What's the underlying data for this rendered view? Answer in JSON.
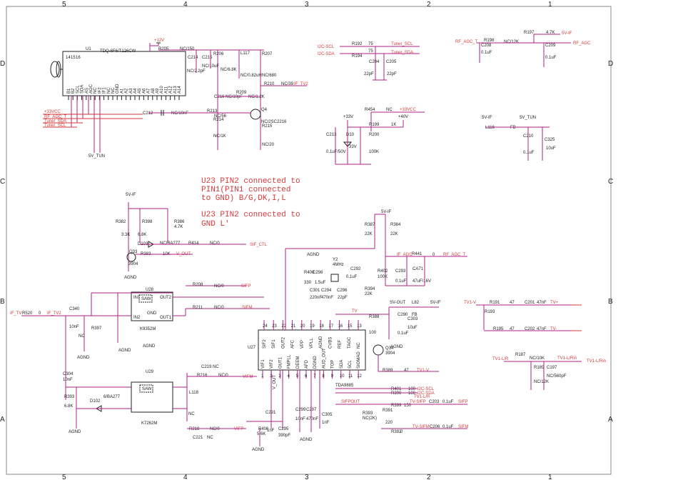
{
  "zones": {
    "top": [
      "5",
      "4",
      "3",
      "2",
      "1"
    ],
    "bottom": [
      "5",
      "4",
      "3",
      "2",
      "1"
    ],
    "left": [
      "D",
      "C",
      "B",
      "A"
    ],
    "right": [
      "D",
      "C",
      "B",
      "A"
    ]
  },
  "notes": {
    "line1": "U23 PIN2 connected to",
    "line2": " PIN1(PIN1 connected",
    "line3": "to GND) B/G,DK,I,L",
    "line4": "U23 PIN2 connected to",
    "line5": " GND L'"
  },
  "tuner": {
    "ref": "U1",
    "part": "TDQ-6F6/T126CW",
    "supply": "+12V",
    "pins_left": [
      "B1",
      "B2",
      "SCL",
      "SDA",
      "AS",
      "AGC",
      "NC",
      "IF2"
    ],
    "pins_mid": [
      "IF1",
      "NC",
      "NC",
      "GND"
    ],
    "pins_right": [
      "A1",
      "A2",
      "A3",
      "A4",
      "A5",
      "A6",
      "A7",
      "A8",
      "A9",
      "A10",
      "A11",
      "A12",
      "A13",
      "A14"
    ],
    "pin_nums_top": [
      "14",
      "15",
      "16"
    ],
    "net_agc": "RF_AGC_T",
    "net_sda": "Tuner_SDA",
    "net_scl": "Tuner_SCL",
    "net_33": "+33VCC",
    "net_5v": "5V_TUN"
  },
  "tuner_parts": {
    "r205": "R205",
    "r205v": "NC/150",
    "c214": "C214",
    "c214v": "NC/2.2pF",
    "c215": "C215",
    "c215v": "NC/10uF",
    "r206": "R206",
    "r206v": "NC/6.8K",
    "l117": "L117",
    "l117v": "NC/0.82uH",
    "r207": "R207",
    "r207v": "NC/680",
    "r210": "R210",
    "r210v": "NC/39",
    "if_tv2": "IF_TV2",
    "c216": "C216",
    "c216v": "NC/10pF",
    "r209": "R209",
    "r209v": "NC/1.2K",
    "q4": "Q4",
    "q4v": "NC/2SC2216",
    "r213": "R213",
    "r213v": "NC/56",
    "r214": "R214",
    "r214v": "NC/1K",
    "r215": "R215",
    "r215v": "NC/20",
    "c212": "C212",
    "c212v": "NC/10nF"
  },
  "i2c": {
    "scl_in": "I2C-SCL",
    "sda_in": "I2C-SDA",
    "r192": "R192",
    "r194": "R194",
    "rv": "75",
    "scl_out": "Tuner_SCL",
    "sda_out": "Tuner_SDA",
    "c204": "C204",
    "c205": "C205",
    "cv": "22pF"
  },
  "supply33": {
    "r454": "R454",
    "r454v": "NC",
    "vcc": "+33VCC",
    "p33": "+33V",
    "p40": "+40V",
    "r199": "R199",
    "r199v": "1K",
    "c213": "C213",
    "c213v": "0.1uF/50V",
    "d10": "D10",
    "d10v": "33V",
    "r200": "R200",
    "r200v": "100K"
  },
  "agc_block": {
    "in": "RF_AGC_T",
    "r198": "R198",
    "r198v": "NC/12K",
    "r197": "R197",
    "r197v": "4.7K",
    "vif": "5V-IF",
    "out": "RF_AGC",
    "c208": "C208",
    "c208v": "0.1uF",
    "c209": "C209",
    "c209v": "0.1uF"
  },
  "tun_supply": {
    "vif": "5V-IF",
    "vtun": "5V_TUN",
    "l116": "L116",
    "fb": "FB",
    "c210": "C210",
    "c210v": "0.1uF",
    "c325": "C325",
    "c325v": "10uF"
  },
  "sif_block": {
    "vif": "5V-IF",
    "r382": "R382",
    "r382v": "3.3K",
    "r398": "R398",
    "r398v": "6.8K",
    "r386": "R386",
    "r386v": "4.7K",
    "d103": "D103",
    "d103v": "NC/BA277",
    "q33": "Q33",
    "q33v": "3904",
    "r383": "R383",
    "r383v": "10K",
    "vout": "V_OUT",
    "r414": "R414",
    "r414v": "NC/0",
    "sif_ctl": "SIF_CTL",
    "agnd": "AGND"
  },
  "saw1": {
    "ref": "U28",
    "part": "K9352M",
    "label": "SAW",
    "pins": [
      "IN1",
      "IN2",
      "OUT1",
      "OUT2",
      "GND"
    ],
    "r208": "R208",
    "r208v": "NC/0",
    "sifp": "SIFP",
    "r211": "R211",
    "r211v": "NC/0",
    "sifm": "SIFM"
  },
  "if_in": {
    "if_tv": "IF_TV",
    "r520": "R520",
    "r520v": "0",
    "if_tv2": "IF_TV2",
    "c340": "C340",
    "c340v": "10nF",
    "r397": "R397",
    "r397v": "NC",
    "agnd": "AGND"
  },
  "saw2": {
    "ref": "U29",
    "part": "K7262M",
    "label": "SAW",
    "c304": "C304",
    "c304v": "10nF",
    "r393": "R393",
    "r393v": "6.8K",
    "d102": "D102",
    "d102v": "6/BA277",
    "l118": "L118",
    "l118v": "NC",
    "r216": "R216",
    "r216v": "NC/0",
    "vifm": "VIFM",
    "r218": "R218",
    "r218v": "NC/0",
    "vifp": "VIFP",
    "c219": "C219",
    "c219v": "NC",
    "c221": "C221",
    "c221v": "NC",
    "agnd": "AGND"
  },
  "ic": {
    "ref": "U27",
    "part": "TDA9885",
    "pins_top": [
      "SIF2",
      "SIF1",
      "OUT2",
      "AFC",
      "VPP",
      "VPLL",
      "AGND",
      "CVBS",
      "REF",
      "TAGC",
      "NC"
    ],
    "pins_top_num": [
      "24",
      "23",
      "22",
      "21",
      "20",
      "19",
      "18",
      "17",
      "16",
      "15",
      "13"
    ],
    "pins_bot": [
      "VIF1",
      "VIF2",
      "OUT1",
      "FMPLL",
      "DEEM",
      "AFD",
      "DGND",
      "AUD_OUT",
      "TOP",
      "SDA",
      "SCL",
      "SIOMAD"
    ],
    "pins_bot_num": [
      "1",
      "2",
      "3",
      "4",
      "5",
      "6",
      "7",
      "8",
      "9",
      "10",
      "11",
      "12"
    ],
    "agnd": "AGND",
    "y2": "Y2",
    "y2v": "4MHz",
    "r400": "R400",
    "r400v": "330",
    "c298": "C298",
    "c298v": "1.5uF",
    "c301": "C301",
    "c301v": "220nF",
    "c294": "C294",
    "c294v": "470nF",
    "c296": "C296",
    "c296v": "22pF",
    "c292": "C292",
    "c292v": "0.1uF",
    "r387": "R387",
    "r387v": "22K",
    "r384": "R384",
    "r384v": "22K",
    "r394": "R394",
    "r394v": "22K",
    "r402": "R402",
    "r402v": "100K",
    "if_agc": "IF_AGC",
    "r441": "R441",
    "r441v": "0",
    "rf_agc_t": "RF_AGC_T",
    "c293": "C293",
    "c293v": "0.1uF",
    "ca71": "CA71",
    "ca71v": "47uF/16V",
    "vif": "5V-IF"
  },
  "tv_out": {
    "tv": "TV",
    "r388": "R388",
    "r388v": "100",
    "q34": "Q34",
    "q34v": "3904",
    "c290": "C290",
    "c290v": "0.1uF",
    "c303": "C303",
    "c303v": "10uF",
    "l82": "L82",
    "fb": "FB",
    "vif": "5V-IF",
    "r389": "R389",
    "r389v": "47",
    "tv1v": "TV1-V",
    "agnd": "AGND"
  },
  "bottom_nets": {
    "r401": "R401",
    "r401v": "100",
    "i2c_scl": "I2C-SCL",
    "r390": "R390",
    "r390v": "100",
    "i2c_sda": "I2C-SDA",
    "tv1lr": "TV1-L/R",
    "r399": "R399",
    "r399v": "150",
    "tv_sifp": "TV-SIFP",
    "c203": "C203",
    "c203v": "0.1uF",
    "sifp": "SIFP",
    "sifpout": "SIFPOUT",
    "r393b": "R393",
    "r393bv": "NC(2K)",
    "r391": "R391",
    "r391v": "220",
    "tv_sifm": "TV-SIFM",
    "c206": "C206",
    "c206v": "0.1uF",
    "sifm": "SIFM",
    "r392": "R392",
    "r392v": "0",
    "c291": "C291",
    "c291v": "1nF",
    "c295": "C295",
    "c295v": "390pF",
    "r406": "R406",
    "r406v": "5.6K",
    "c299": "C299",
    "c299v": "10nF",
    "c297": "C297",
    "c297v": "470nF",
    "c305": "C305",
    "c305v": "1nF",
    "vout": "V_OUT",
    "agnd": "AGND"
  },
  "tv_right": {
    "tv1v": "TV1-V",
    "r191": "R191",
    "r191v": "47",
    "c201": "C201",
    "c201v": "47nF",
    "tvp": "TV+",
    "r193": "R193",
    "r195": "R195",
    "r195v": "47",
    "c202": "C202",
    "c202v": "47nF",
    "tvm": "TV-",
    "tv1lr": "TV1-L/R",
    "r187": "R187",
    "r187v": "NC/10K",
    "tv1lrin": "TV1-L/Rin",
    "r189": "R189",
    "r189v": "NC/12K",
    "c197": "C197",
    "c197v": "NC/560pF"
  }
}
